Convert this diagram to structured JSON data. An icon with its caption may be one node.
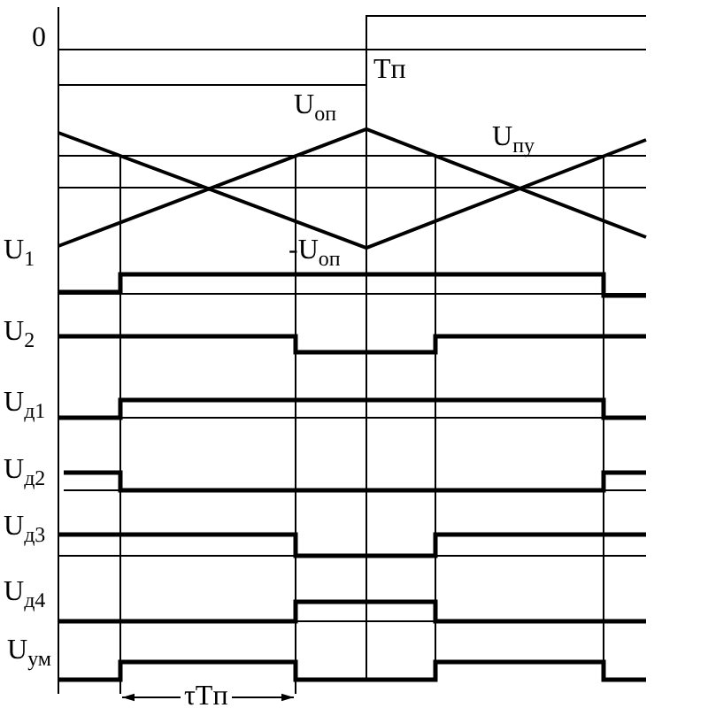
{
  "diagram": {
    "labels": [
      "0",
      "Tп",
      "U$_{оп}$",
      "U$_{пу}$",
      "U$_{1}$",
      "-U$_{оп}$",
      "U$_{2}$",
      "U$_{д1}$",
      "U$_{д2}$",
      "U$_{д3}$",
      "U$_{д4}$",
      "U$_{ум}$",
      "τTп"
    ]
  }
}
